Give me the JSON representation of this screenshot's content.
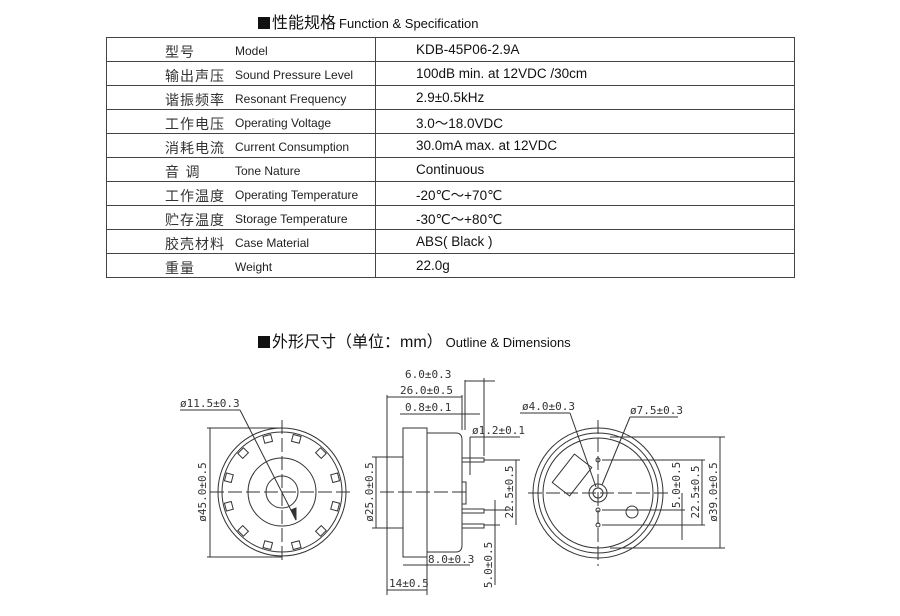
{
  "spec_title": {
    "cn": "性能规格",
    "en": "Function & Specification"
  },
  "spec_rows": [
    {
      "cn": "型号",
      "en": "Model",
      "value": "KDB-45P06-2.9A"
    },
    {
      "cn": "输出声压",
      "en": "Sound Pressure Level",
      "value": "100dB min. at 12VDC /30cm"
    },
    {
      "cn": "谐振频率",
      "en": "Resonant Frequency",
      "value": "2.9±0.5kHz"
    },
    {
      "cn": "工作电压",
      "en": "Operating Voltage",
      "value": "3.0～18.0VDC"
    },
    {
      "cn": "消耗电流",
      "en": "Current Consumption",
      "value": "30.0mA max. at 12VDC"
    },
    {
      "cn": "音    调",
      "en": "Tone Nature",
      "value": "Continuous"
    },
    {
      "cn": "工作温度",
      "en": "Operating Temperature",
      "value": "-20℃～+70℃"
    },
    {
      "cn": "贮存温度",
      "en": "Storage Temperature",
      "value": "-30℃～+80℃"
    },
    {
      "cn": "胶壳材料",
      "en": "Case Material",
      "value": "ABS( Black )"
    },
    {
      "cn": "重量",
      "en": "Weight",
      "value": "22.0g"
    }
  ],
  "outline_title": {
    "cn": "外形尺寸（单位：mm）",
    "en": "Outline & Dimensions"
  },
  "dimensions": {
    "front_hole": "ø11.5±0.3",
    "front_dia": "ø45.0±0.5",
    "side_pin_len": "6.0±0.3",
    "side_total": "26.0±0.5",
    "side_gap": "0.8±0.1",
    "pin_dia": "ø1.2±0.1",
    "side_front_dia": "ø25.0±0.5",
    "side_pitch": "22.5±0.5",
    "side_body": "8.0±0.3",
    "side_depth": "14±0.5",
    "side_pitch2": "5.0±0.5",
    "back_hole": "ø4.0±0.3",
    "back_ring": "ø7.5±0.3",
    "back_pitch2": "5.0±0.5",
    "back_pitch": "22.5±0.5",
    "back_dia": "ø39.0±0.5"
  }
}
